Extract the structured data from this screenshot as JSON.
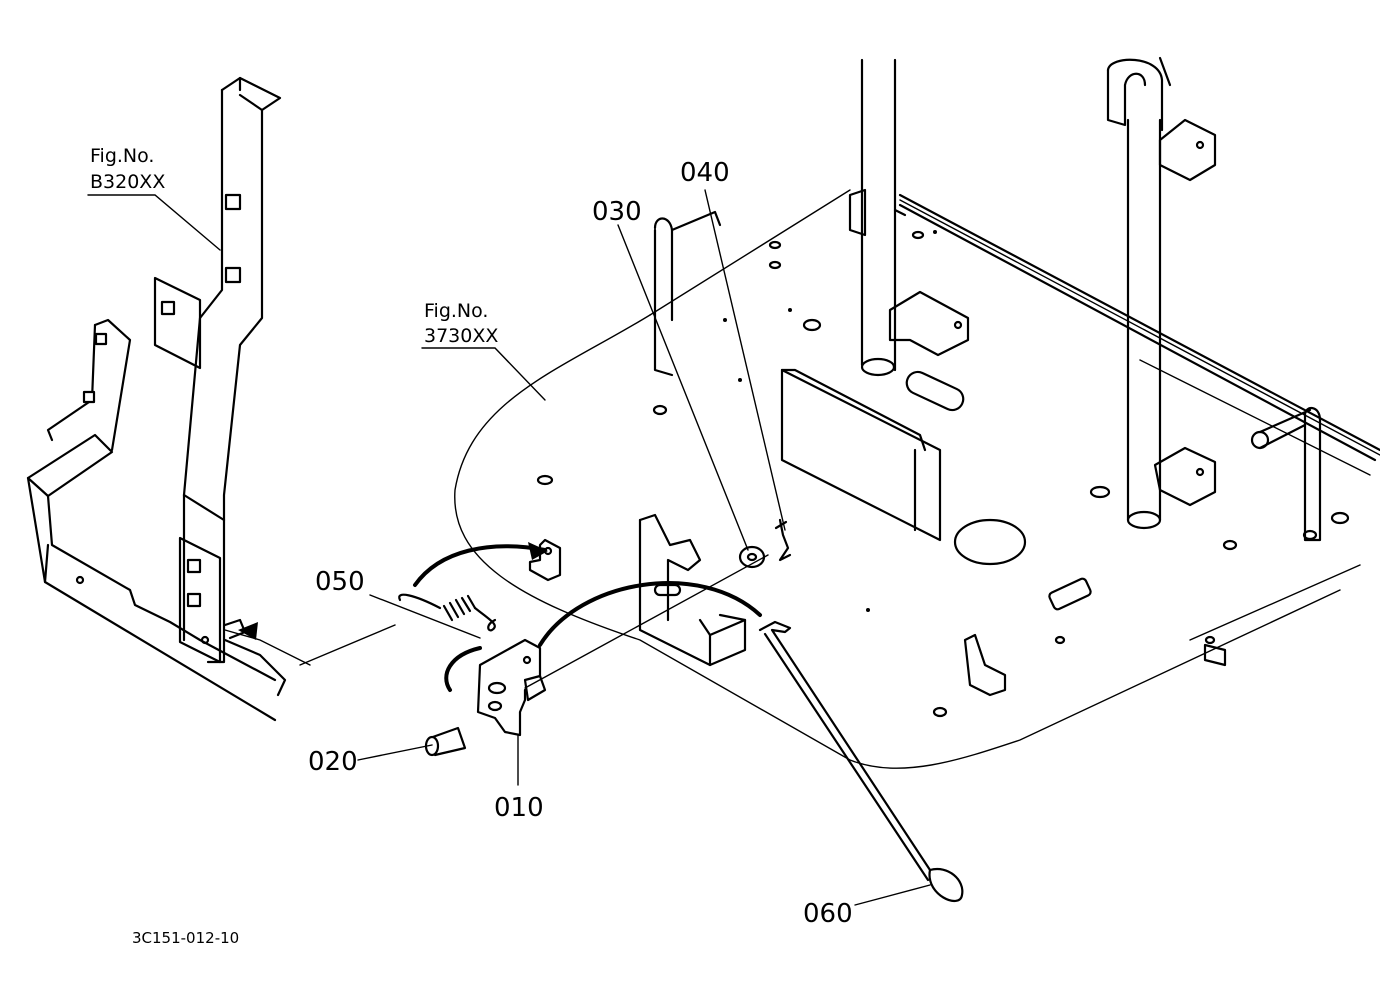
{
  "figure_refs": [
    {
      "line1": "Fig.No.",
      "line2": "B320XX"
    },
    {
      "line1": "Fig.No.",
      "line2": "3730XX"
    }
  ],
  "parts": [
    {
      "number": "010"
    },
    {
      "number": "020"
    },
    {
      "number": "030"
    },
    {
      "number": "040"
    },
    {
      "number": "050"
    },
    {
      "number": "060"
    }
  ],
  "drawing_code": "3C151-012-10"
}
